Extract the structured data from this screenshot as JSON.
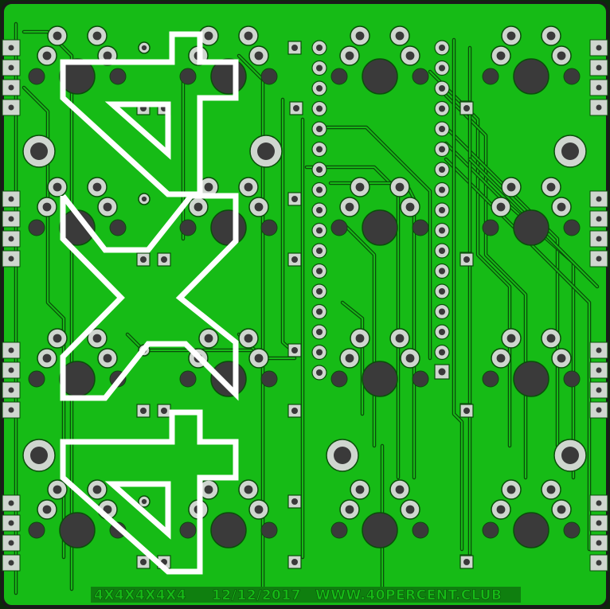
{
  "board": {
    "silkscreen_text": {
      "name": "4X4X4X4X4",
      "date": "12/12/2017",
      "url": "WWW.40PERCENT.CLUB"
    },
    "colors": {
      "background": "#0b2a0b",
      "board_edge": "#1a1a1a",
      "copper_fill": "#16bb16",
      "copper_fill_dark": "#0f8f0f",
      "trace_outline": "#0a4d0a",
      "pad": "#cfd6cf",
      "hole": "#3a3a3a",
      "silk": "#ffffff",
      "silk_text": "#16bb16",
      "silk_text_bg": "#0f7f0f"
    },
    "layout_notes": {
      "switch_grid": "4x4",
      "edge_connectors": "left and right, 4 groups each",
      "header_columns": "2 vertical pin headers (center)"
    }
  }
}
